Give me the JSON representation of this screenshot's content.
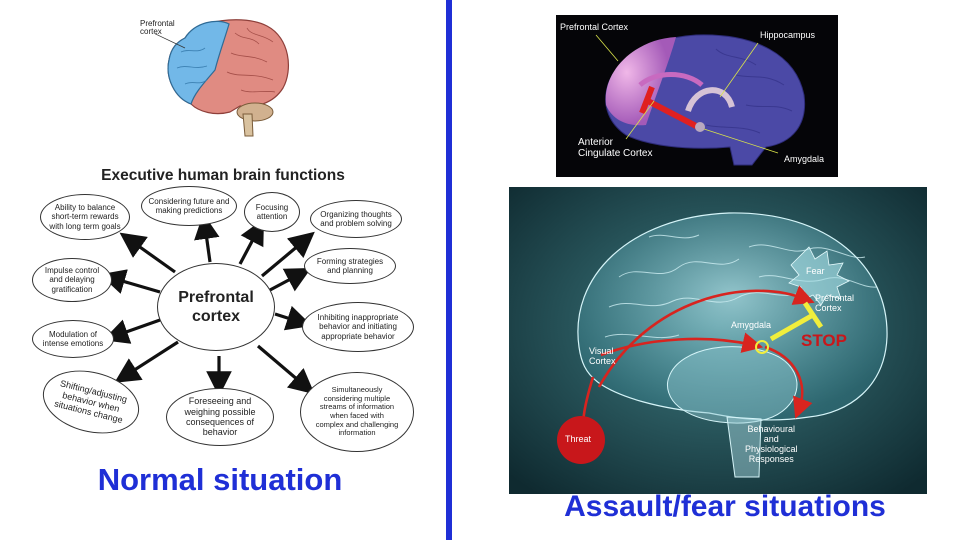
{
  "left": {
    "brain_label": "Prefrontal\ncortex",
    "title": "Executive human brain functions",
    "center": "Prefrontal\ncortex",
    "bubbles": [
      "Ability to balance\nshort-term rewards\nwith long term goals",
      "Considering future and\nmaking predictions",
      "Focusing\nattention",
      "Organizing thoughts\nand problem solving",
      "Forming strategies\nand planning",
      "Impulse control\nand delaying\ngratification",
      "Inhibiting inappropriate\nbehavior and initiating\nappropriate behavior",
      "Modulation of\nintense emotions",
      "Shifting/adjusting\nbehavior when\nsituations change",
      "Foreseeing and\nweighing possible\nconsequences of\nbehavior",
      "Simultaneously\nconsidering multiple\nstreams of information\nwhen faced with\ncomplex and challenging\ninformation"
    ],
    "caption": "Normal situation"
  },
  "right_top": {
    "prefrontal": "Prefrontal Cortex",
    "hippocampus": "Hippocampus",
    "anterior": "Anterior\nCingulate Cortex",
    "amygdala": "Amygdala"
  },
  "right_bottom": {
    "fear": "Fear",
    "prefrontal": "Prefrontal\nCortex",
    "amygdala": "Amygdala",
    "stop": "STOP",
    "visual": "Visual\nCortex",
    "threat": "Threat",
    "responses": "Behavioural\nand\nPhysiological\nResponses"
  },
  "right_caption": "Assault/fear situations",
  "colors": {
    "accent": "#1f2fd6",
    "prefrontal_blue": "#6fb9e8",
    "brain_pink": "#e07f7a",
    "threat_red": "#c8171b",
    "stop_yellow": "#f1ee3c"
  }
}
